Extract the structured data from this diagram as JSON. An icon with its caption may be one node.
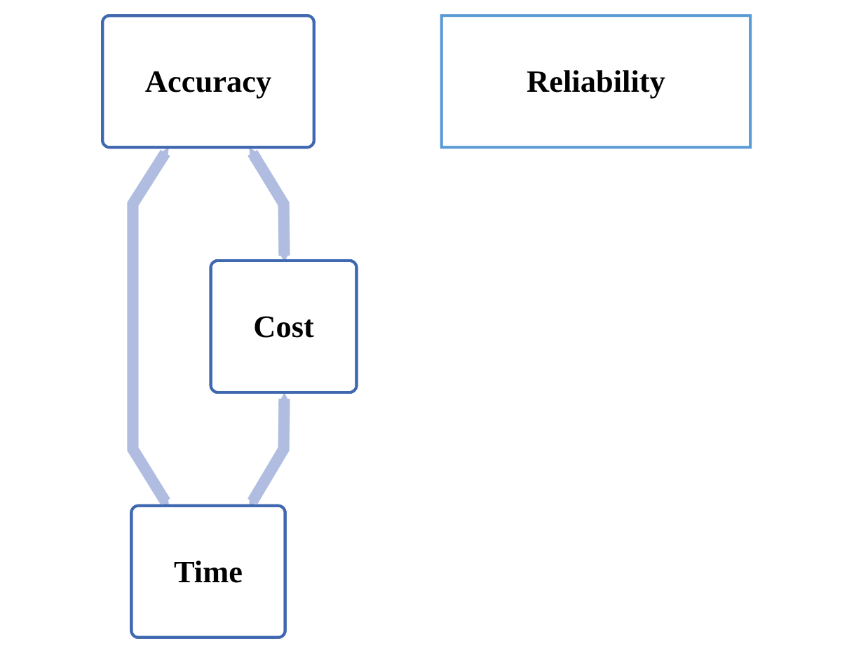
{
  "diagram": {
    "nodes": [
      {
        "text": [
          "Accuracy"
        ]
      },
      {
        "text": [
          "Reliability"
        ]
      },
      {
        "text": [
          "Cost"
        ]
      },
      {
        "text": [
          "Time"
        ]
      }
    ],
    "edges": [
      {
        "from": 0,
        "to": 2,
        "arrow": "both"
      },
      {
        "from": 0,
        "to": 3,
        "arrow": "both"
      },
      {
        "from": 2,
        "to": 3,
        "arrow": "both"
      }
    ]
  }
}
